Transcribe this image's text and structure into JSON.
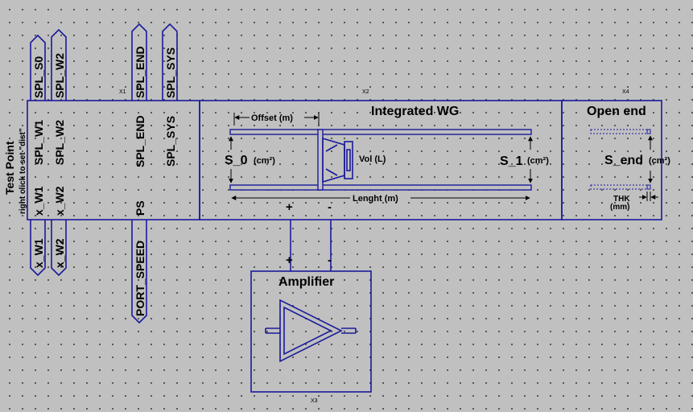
{
  "labels": {
    "test_point_title": "Test Point",
    "test_point_hint": "right click to set \"dist\"",
    "wg_title": "Integrated WG",
    "open_end_title": "Open end",
    "amplifier_title": "Amplifier",
    "offset": "Offset (m)",
    "s0": "S_0",
    "s0_unit": "(cm²)",
    "vol": "Vol (L)",
    "s1": "S_1",
    "s1_unit": "(cm²)",
    "length": "Lenght (m)",
    "send": "S_end",
    "send_unit": "(cm²)",
    "thk": "THK",
    "thk_unit": "(mm)",
    "plus": "+",
    "minus": "-"
  },
  "instances": {
    "x1": "X1",
    "x2": "X2",
    "x3": "X3",
    "x4": "X4"
  },
  "pins": {
    "spl_w1": "SPL_W1",
    "spl_w2": "SPL_W2",
    "x_w1": "x_W1",
    "x_w2": "x_W2",
    "spl_end": "SPL_END",
    "spl_sys": "SPL_SYS",
    "ps": "PS"
  },
  "net_flags": {
    "spl_s0": "SPL_S0",
    "spl_w2": "SPL_W2",
    "x_w1": "x_W1",
    "x_w2": "x_W2",
    "spl_end": "SPL_END",
    "spl_sys": "SPL_SYS",
    "port_speed": "PORT_SPEED"
  },
  "colors": {
    "background": "#c0c0c0",
    "wire": "#1a1a9c",
    "grid_dot": "#3a3a3a",
    "text": "#000000"
  }
}
